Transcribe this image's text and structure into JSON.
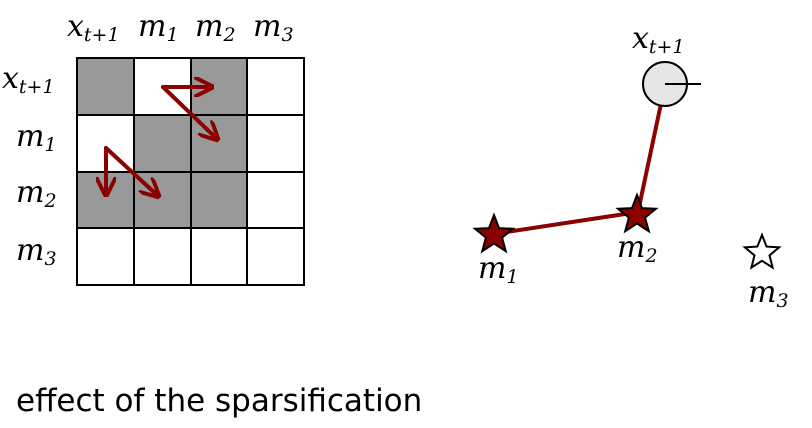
{
  "matrix": {
    "column_headers": [
      {
        "base": "x",
        "sub": "t+1"
      },
      {
        "base": "m",
        "sub": "1"
      },
      {
        "base": "m",
        "sub": "2"
      },
      {
        "base": "m",
        "sub": "3"
      }
    ],
    "row_headers": [
      {
        "base": "x",
        "sub": "t+1"
      },
      {
        "base": "m",
        "sub": "1"
      },
      {
        "base": "m",
        "sub": "2"
      },
      {
        "base": "m",
        "sub": "3"
      }
    ],
    "shaded_cells": [
      [
        true,
        false,
        true,
        false
      ],
      [
        false,
        true,
        true,
        false
      ],
      [
        true,
        true,
        true,
        false
      ],
      [
        false,
        false,
        false,
        false
      ]
    ],
    "shade_color": "#999999",
    "empty_color": "#ffffff"
  },
  "graph": {
    "pose_node": {
      "base": "x",
      "sub": "t+1"
    },
    "landmarks": [
      {
        "base": "m",
        "sub": "1",
        "filled": true
      },
      {
        "base": "m",
        "sub": "2",
        "filled": true
      },
      {
        "base": "m",
        "sub": "3",
        "filled": false
      }
    ],
    "edges": [
      [
        "x_t+1",
        "m_2"
      ],
      [
        "m_2",
        "m_1"
      ]
    ],
    "edge_color": "#8b0000",
    "landmark_fill": "#8b0000",
    "pose_fill": "#e6e6e6"
  },
  "arrow_color": "#8b0000",
  "caption": "effect of the sparsification"
}
